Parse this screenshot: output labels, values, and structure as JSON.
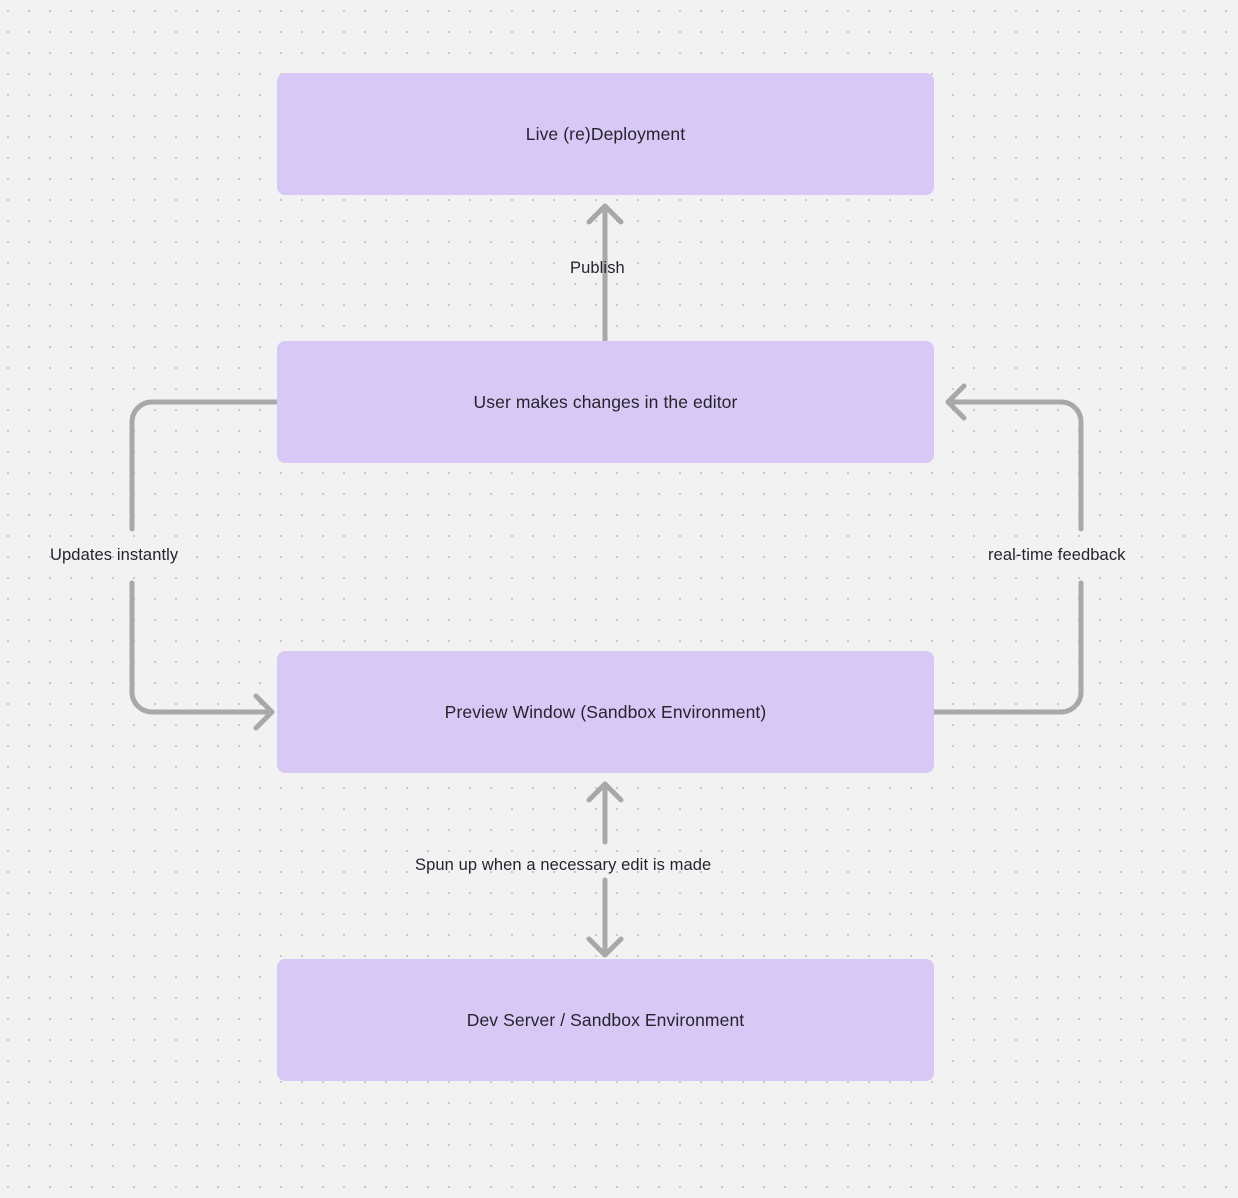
{
  "diagram": {
    "type": "flowchart",
    "background_color": "#f2f2f2",
    "node_color": "#d8c8f5",
    "edge_color": "#a8a8a8",
    "text_color": "#26232e",
    "nodes": [
      {
        "id": "live",
        "label": "Live (re)Deployment"
      },
      {
        "id": "user",
        "label": "User makes changes in the editor"
      },
      {
        "id": "preview",
        "label": "Preview Window (Sandbox Environment)"
      },
      {
        "id": "devserver",
        "label": "Dev Server / Sandbox Environment"
      }
    ],
    "edges": [
      {
        "id": "publish",
        "from": "user",
        "to": "live",
        "label": "Publish",
        "direction": "up"
      },
      {
        "id": "updates",
        "from": "user",
        "to": "preview",
        "label": "Updates instantly",
        "direction": "left-loop-down"
      },
      {
        "id": "realtime",
        "from": "preview",
        "to": "user",
        "label": "real-time feedback",
        "direction": "right-loop-up"
      },
      {
        "id": "spunup",
        "from": "preview",
        "to": "devserver",
        "label": "Spun up when a necessary edit is made",
        "direction": "bidirectional"
      }
    ]
  }
}
